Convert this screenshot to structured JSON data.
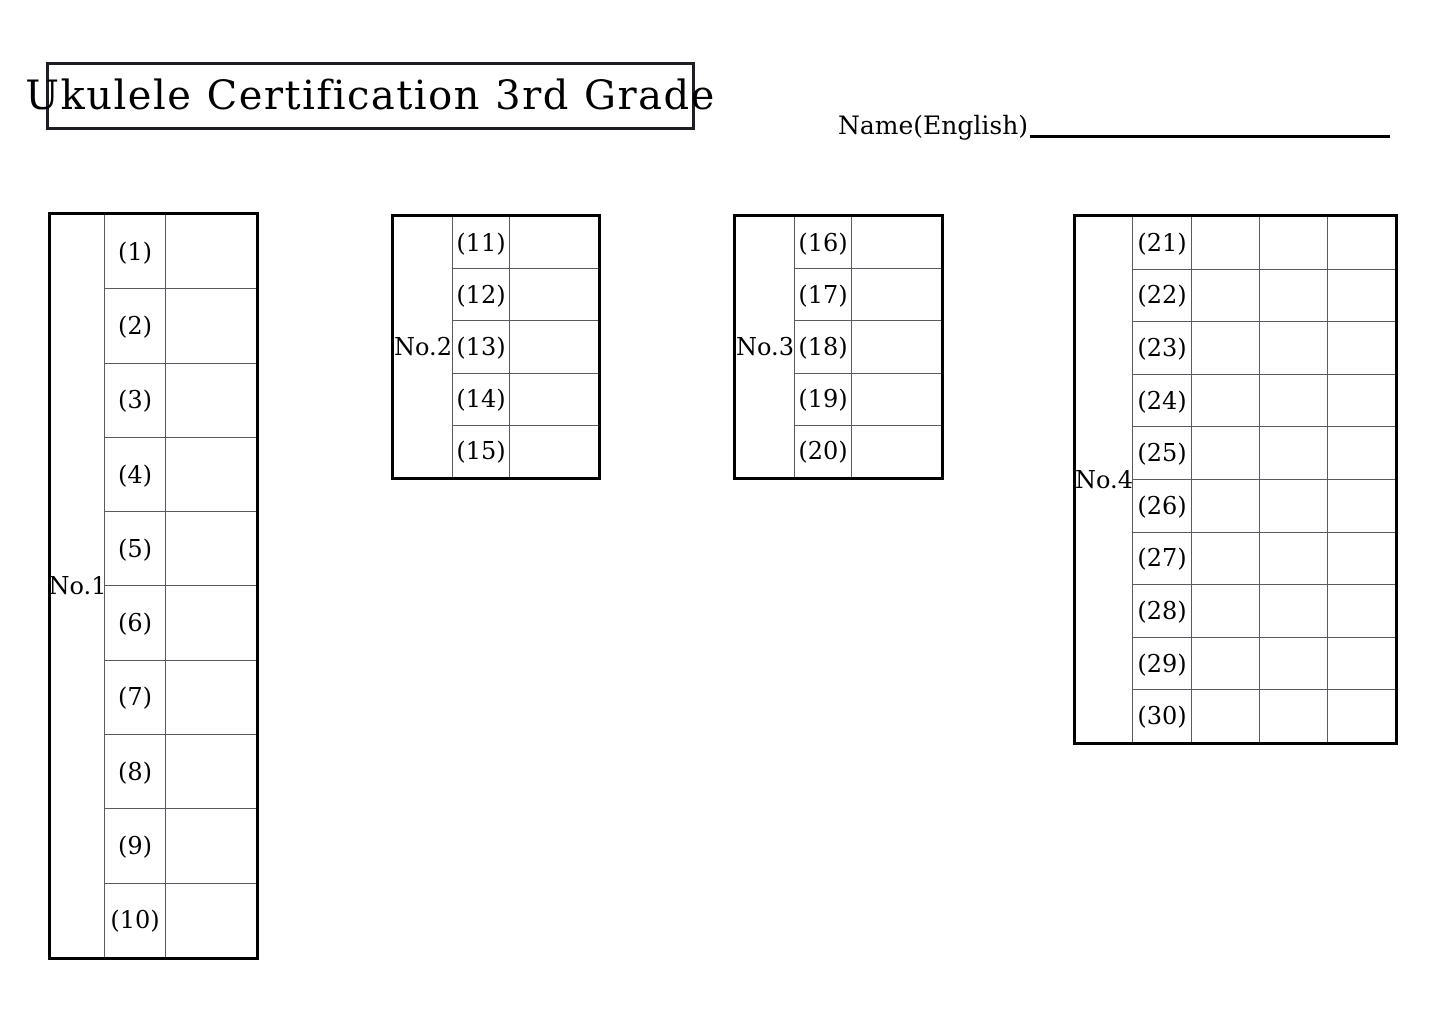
{
  "document": {
    "title": "Ukulele Certification 3rd Grade"
  },
  "name_field": {
    "label": "Name(English)",
    "value": "",
    "placeholder": ""
  },
  "tables": [
    {
      "id": "no1",
      "label": "No.1",
      "answer_columns": 1,
      "rows": [
        "(1)",
        "(2)",
        "(3)",
        "(4)",
        "(5)",
        "(6)",
        "(7)",
        "(8)",
        "(9)",
        "(10)"
      ]
    },
    {
      "id": "no2",
      "label": "No.2",
      "answer_columns": 1,
      "rows": [
        "(11)",
        "(12)",
        "(13)",
        "(14)",
        "(15)"
      ]
    },
    {
      "id": "no3",
      "label": "No.3",
      "answer_columns": 1,
      "rows": [
        "(16)",
        "(17)",
        "(18)",
        "(19)",
        "(20)"
      ]
    },
    {
      "id": "no4",
      "label": "No.4",
      "answer_columns": 3,
      "rows": [
        "(21)",
        "(22)",
        "(23)",
        "(24)",
        "(25)",
        "(26)",
        "(27)",
        "(28)",
        "(29)",
        "(30)"
      ]
    }
  ],
  "colors": {
    "ink": "#000000",
    "title_border": "#1b1f2a",
    "grid_line": "#555a63",
    "page": "#ffffff"
  }
}
